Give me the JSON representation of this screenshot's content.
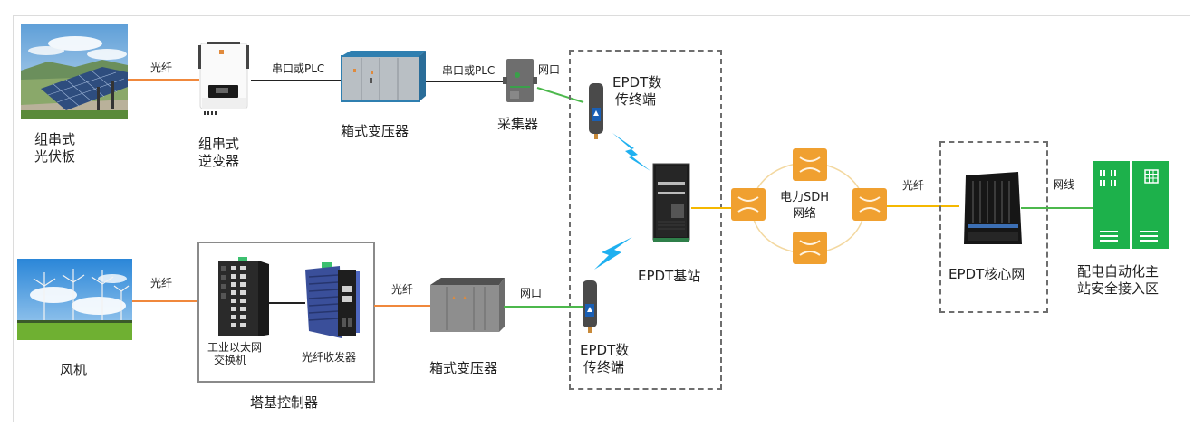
{
  "diagram": {
    "title": "新能源场站配电自动化EPDT通信架构",
    "nodes": {
      "pv_panel": {
        "label_line1": "组串式",
        "label_line2": "光伏板",
        "icon": "solar-panel-photo"
      },
      "inverter": {
        "label_line1": "组串式",
        "label_line2": "逆变器",
        "icon": "inverter-device"
      },
      "box_transformer_top": {
        "label": "箱式变压器",
        "icon": "box-transformer-blue"
      },
      "collector": {
        "label": "采集器",
        "icon": "data-collector"
      },
      "epdt_terminal_top": {
        "label_line1": "EPDT数",
        "label_line2": "传终端",
        "icon": "epdt-terminal"
      },
      "epdt_base_station": {
        "label": "EPDT基站",
        "icon": "server-rack"
      },
      "sdh_network": {
        "label_line1": "电力SDH",
        "label_line2": "网络",
        "icon": "sdh-switch-ring",
        "switch_count": 4
      },
      "epdt_core": {
        "label": "EPDT核心网",
        "icon": "core-chassis"
      },
      "master_station": {
        "label_line1": "配电自动化主",
        "label_line2": "站安全接入区",
        "icon": "green-cabinet"
      },
      "wind_turbine": {
        "label": "风机",
        "icon": "wind-turbine-photo"
      },
      "industrial_switch": {
        "label_line1": "工业以太网",
        "label_line2": "交换机",
        "icon": "industrial-ethernet-switch"
      },
      "fiber_transceiver": {
        "label": "光纤收发器",
        "icon": "fiber-transceiver"
      },
      "tower_controller": {
        "label": "塔基控制器"
      },
      "box_transformer_bottom": {
        "label": "箱式变压器",
        "icon": "box-transformer-gray"
      },
      "epdt_terminal_bottom": {
        "label_line1": "EPDT数",
        "label_line2": "传终端",
        "icon": "epdt-terminal"
      }
    },
    "links": {
      "pv_to_inverter": "光纤",
      "inverter_to_transformer": "串口或PLC",
      "transformer_to_collector": "串口或PLC",
      "collector_port": "网口",
      "sdh_to_core": "光纤",
      "core_to_master": "网线",
      "wind_to_controller": "光纤",
      "controller_to_transformer": "光纤",
      "transformer_to_terminal": "网口"
    },
    "colors": {
      "fiber": "#f0883c",
      "serial": "#222222",
      "ethernet": "#4cb84c",
      "backbone": "#f5b800",
      "wireless": "#1fb0f0",
      "sdh_switch": "#f0a030",
      "master_cabinet": "#1db14b"
    }
  }
}
